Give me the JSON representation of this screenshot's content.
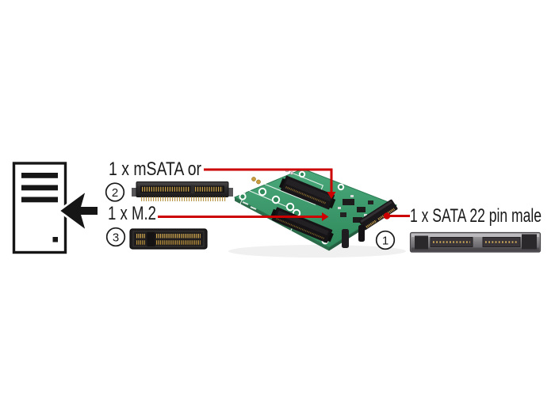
{
  "product_diagram": {
    "labels": {
      "msata": "1 x mSATA or",
      "m2": "1 x M.2",
      "sata": "1 x SATA 22 pin male"
    },
    "callout_numbers": [
      "1",
      "2",
      "3"
    ],
    "icons": {
      "host": "pc-tower-icon",
      "arrow": "arrow-left-icon",
      "board": "converter-pcb",
      "connector_1": "sata-22pin-male-connector",
      "connector_2": "msata-connector",
      "connector_3": "m2-connector"
    },
    "colors": {
      "background": "#ffffff",
      "text": "#1a1a1a",
      "callout_line": "#cc0000",
      "pcb_green": "#3f9e6f",
      "pin_gold": "#c9a24b",
      "connector_dark": "#2b282b"
    }
  }
}
